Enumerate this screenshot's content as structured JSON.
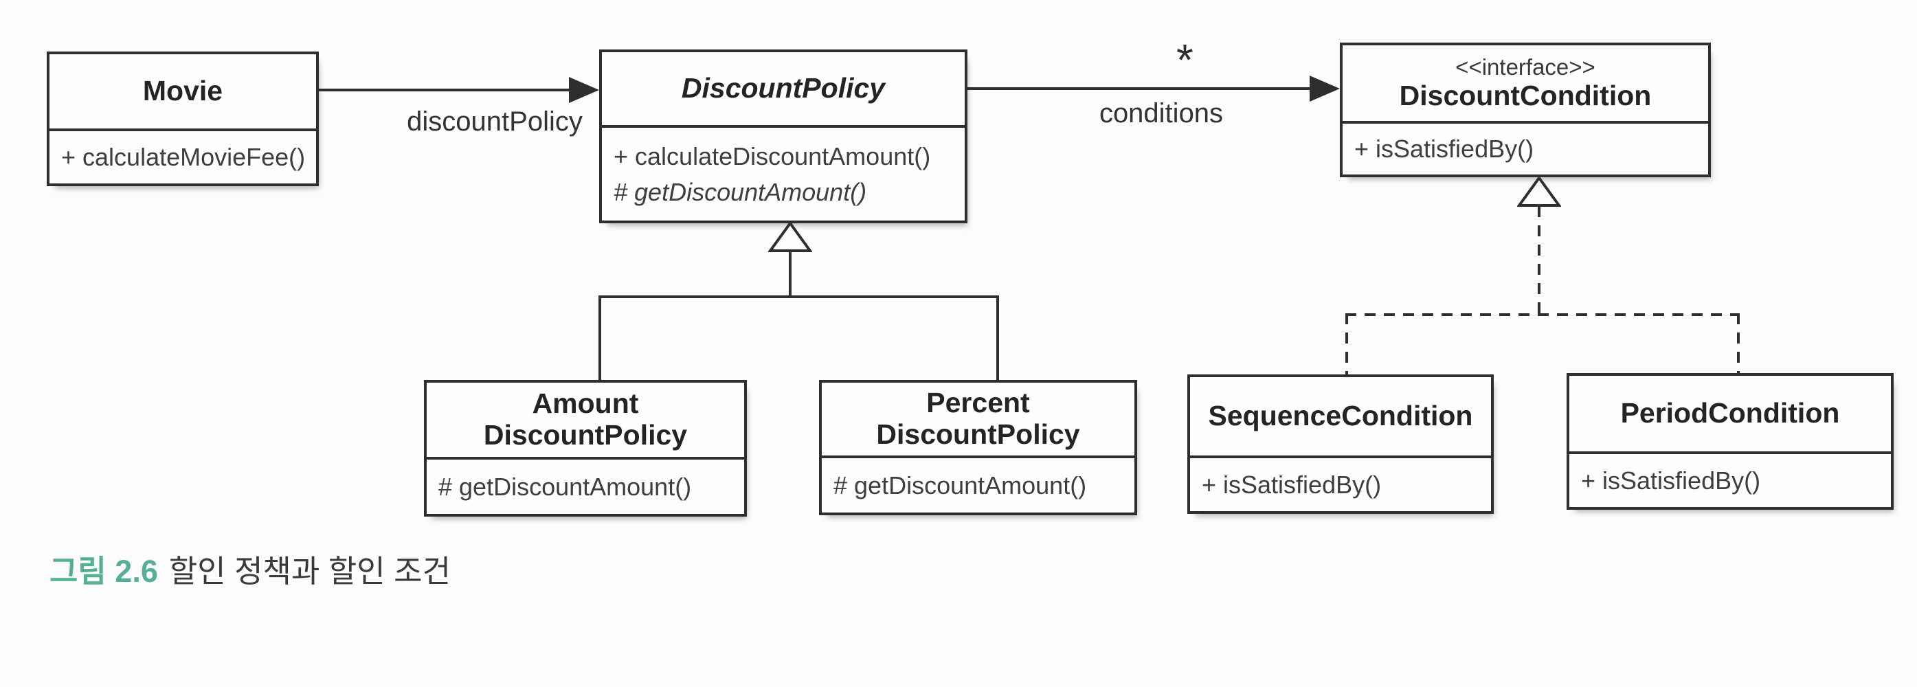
{
  "diagram": {
    "classes": {
      "movie": {
        "title_lines": [
          "Movie"
        ],
        "methods": [
          "+ calculateMovieFee()"
        ]
      },
      "discount_policy": {
        "title_lines": [
          "DiscountPolicy"
        ],
        "abstract": true,
        "methods": [
          "+ calculateDiscountAmount()",
          "# getDiscountAmount()"
        ]
      },
      "discount_condition": {
        "stereotype": "<<interface>>",
        "title_lines": [
          "DiscountCondition"
        ],
        "methods": [
          "+ isSatisfiedBy()"
        ]
      },
      "amount_discount_policy": {
        "title_lines": [
          "Amount",
          "DiscountPolicy"
        ],
        "methods": [
          "# getDiscountAmount()"
        ]
      },
      "percent_discount_policy": {
        "title_lines": [
          "Percent",
          "DiscountPolicy"
        ],
        "methods": [
          "# getDiscountAmount()"
        ]
      },
      "sequence_condition": {
        "title_lines": [
          "SequenceCondition"
        ],
        "methods": [
          "+ isSatisfiedBy()"
        ]
      },
      "period_condition": {
        "title_lines": [
          "PeriodCondition"
        ],
        "methods": [
          "+ isSatisfiedBy()"
        ]
      }
    },
    "associations": [
      {
        "from": "Movie",
        "to": "DiscountPolicy",
        "label": "discountPolicy"
      },
      {
        "from": "DiscountPolicy",
        "to": "DiscountCondition",
        "label": "conditions",
        "multiplicity": "*"
      }
    ],
    "generalizations": [
      {
        "from": "AmountDiscountPolicy",
        "to": "DiscountPolicy"
      },
      {
        "from": "PercentDiscountPolicy",
        "to": "DiscountPolicy"
      }
    ],
    "realizations": [
      {
        "from": "SequenceCondition",
        "to": "DiscountCondition"
      },
      {
        "from": "PeriodCondition",
        "to": "DiscountCondition"
      }
    ]
  },
  "caption": {
    "figure_label": "그림 2.6",
    "text": "할인 정책과 할인 조건"
  },
  "colors": {
    "caption_accent": "#55af97",
    "line": "#2e2e2e"
  }
}
